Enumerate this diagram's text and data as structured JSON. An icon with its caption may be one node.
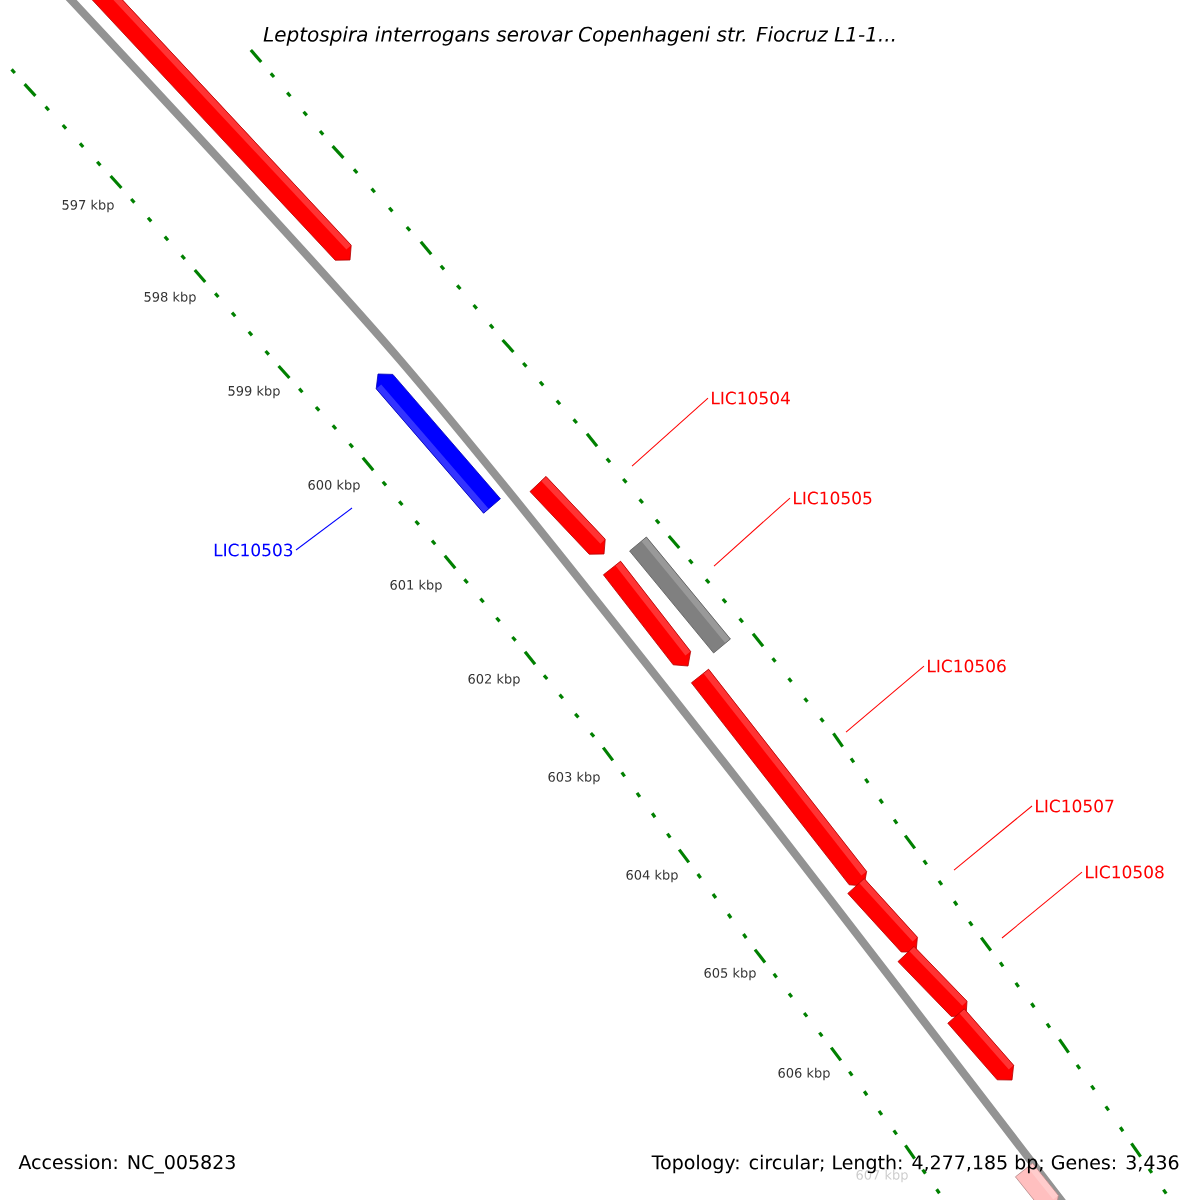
{
  "diagram": {
    "title": "Leptospira interrogans serovar Copenhageni str. Fiocruz L1-1...",
    "nodes": [
      {
        "text": [
          "LIC10503"
        ]
      },
      {
        "text": [
          "LIC10504"
        ]
      },
      {
        "text": [
          "LIC10505"
        ]
      },
      {
        "text": [
          "LIC10506"
        ]
      },
      {
        "text": [
          "LIC10507"
        ]
      },
      {
        "text": [
          "LIC10508"
        ]
      }
    ],
    "edges": [
      {
        "from": 0,
        "to": null,
        "arrow": "none",
        "color": "#0000ff"
      },
      {
        "from": 1,
        "to": null,
        "arrow": "none"
      },
      {
        "from": 2,
        "to": null,
        "arrow": "none"
      },
      {
        "from": 3,
        "to": null,
        "arrow": "none"
      },
      {
        "from": 4,
        "to": null,
        "arrow": "none"
      },
      {
        "from": 5,
        "to": null,
        "arrow": "none"
      }
    ],
    "labels": [
      "597 kbp",
      "598 kbp",
      "599 kbp",
      "600 kbp",
      "601 kbp",
      "602 kbp",
      "603 kbp",
      "604 kbp",
      "605 kbp",
      "606 kbp",
      "607 kbp",
      "Accession: NC_005823",
      "Topology: circular; Length: 4,277,185 bp; Genes: 3,436"
    ]
  }
}
